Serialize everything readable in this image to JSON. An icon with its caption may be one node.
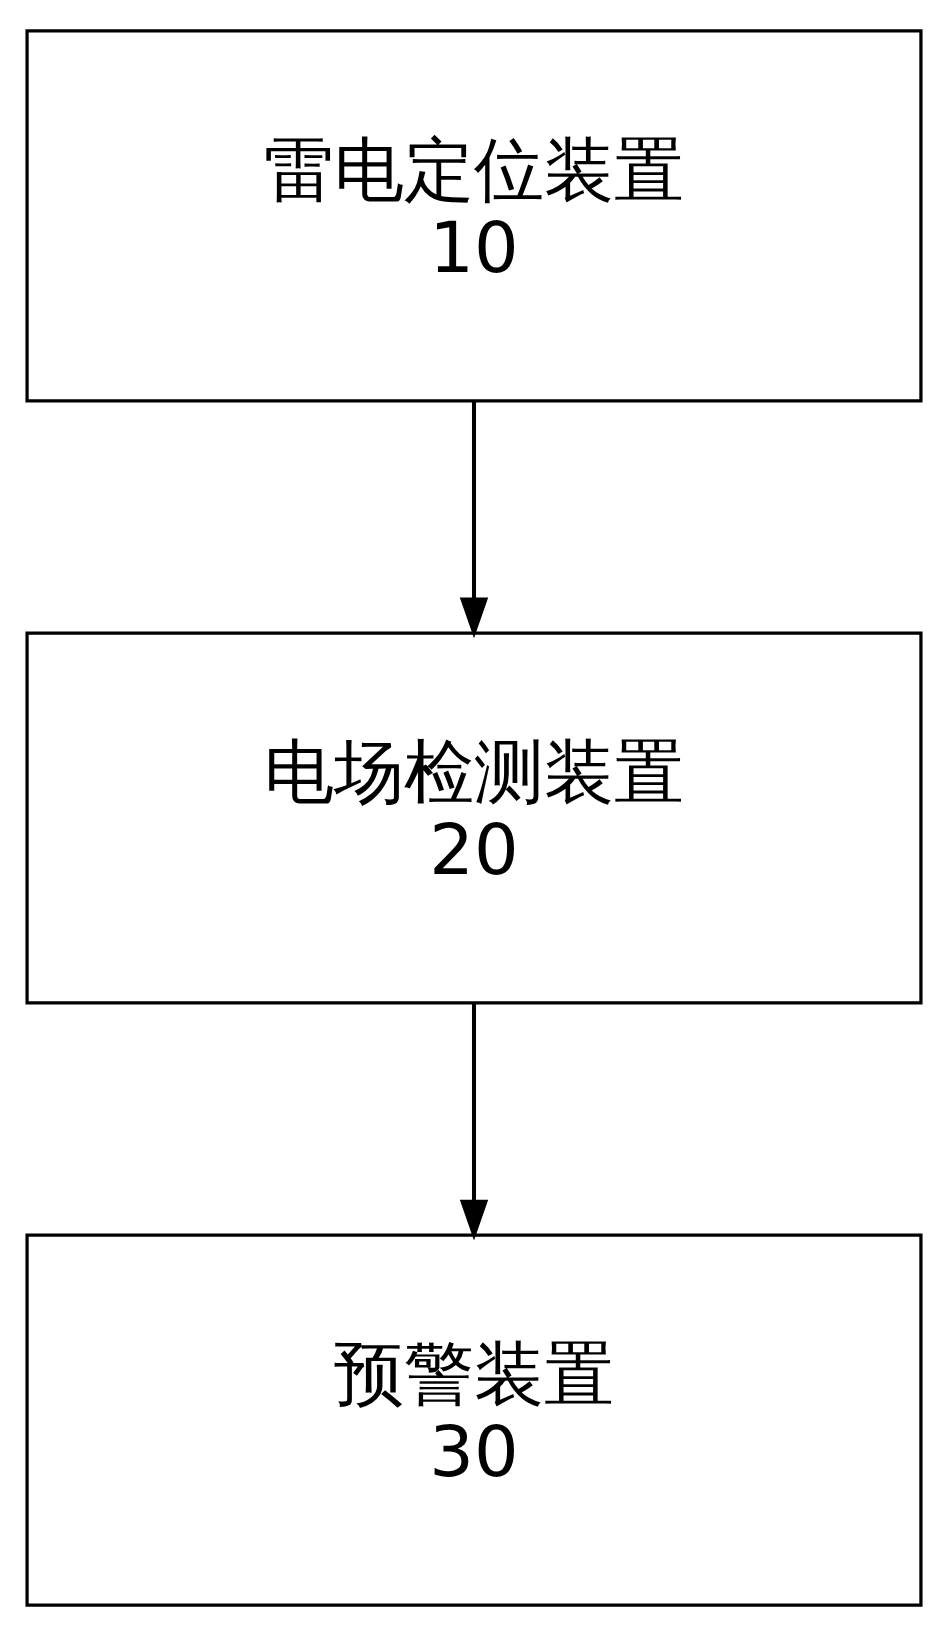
{
  "diagram": {
    "nodes": [
      {
        "text": [
          "雷电定位装置",
          "10"
        ]
      },
      {
        "text": [
          "电场检测装置",
          "20"
        ]
      },
      {
        "text": [
          "预警装置",
          "30"
        ]
      }
    ],
    "edges": [
      {
        "from": 0,
        "to": 1,
        "arrow": "to"
      },
      {
        "from": 1,
        "to": 2,
        "arrow": "to"
      }
    ]
  }
}
